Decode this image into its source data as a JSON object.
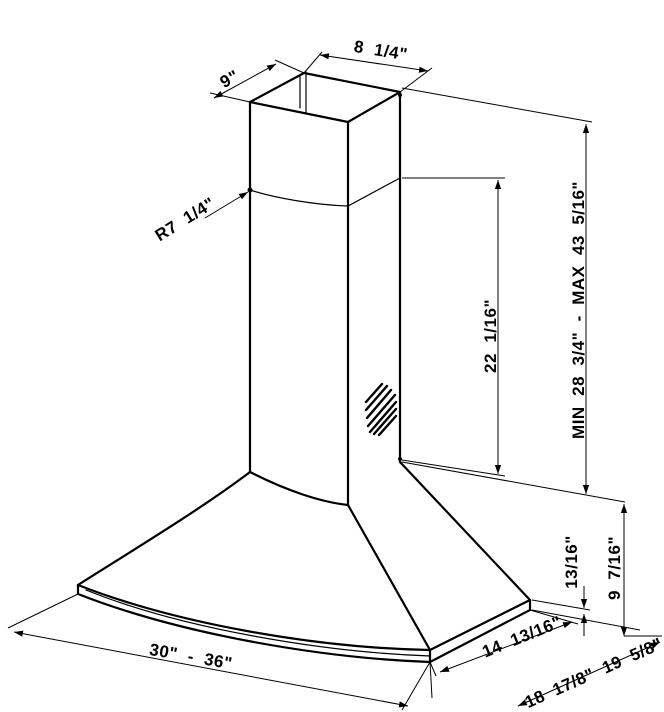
{
  "diagram": {
    "dimensions": {
      "chimney_width": "8  1/4\"",
      "chimney_depth": "9\"",
      "radius": "R7  1/4\"",
      "chimney_height": "22  1/16\"",
      "total_height": "MIN  28  3/4\"  -  MAX  43  5/16\"",
      "hood_height": "9  7/16\"",
      "edge_height": "13/16\"",
      "hood_depth": "14  13/16\"",
      "depth_range": "18  17/8\"  19  5/8\"",
      "width": "30\"  -  36\""
    }
  }
}
